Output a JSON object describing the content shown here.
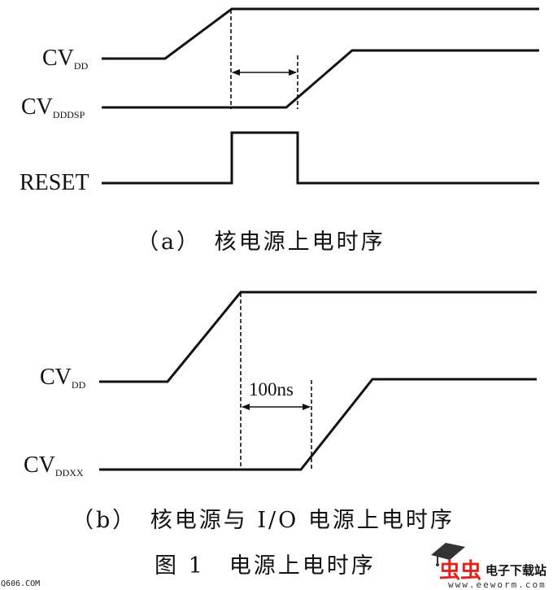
{
  "figure": {
    "caption": "图 1　电源上电时序",
    "panels": [
      {
        "id": "a",
        "caption": "（a）　核电源上电时序",
        "signals": [
          {
            "name": "CV",
            "subscript": "DD"
          },
          {
            "name": "CV",
            "subscript": "DDDSP"
          },
          {
            "name": "RESET",
            "subscript": ""
          }
        ],
        "interval_label": ""
      },
      {
        "id": "b",
        "caption": "（b）　核电源与 I/O 电源上电时序",
        "signals": [
          {
            "name": "CV",
            "subscript": "DD"
          },
          {
            "name": "CV",
            "subscript": "DDXX"
          }
        ],
        "interval_label": "100ns"
      }
    ]
  },
  "watermarks": {
    "left": "Q606.COM",
    "brand_glyphs": "虫虫",
    "brand_text": "电子下载站",
    "url": "www.eeworm.com",
    "brand_color": "#e0241b"
  }
}
